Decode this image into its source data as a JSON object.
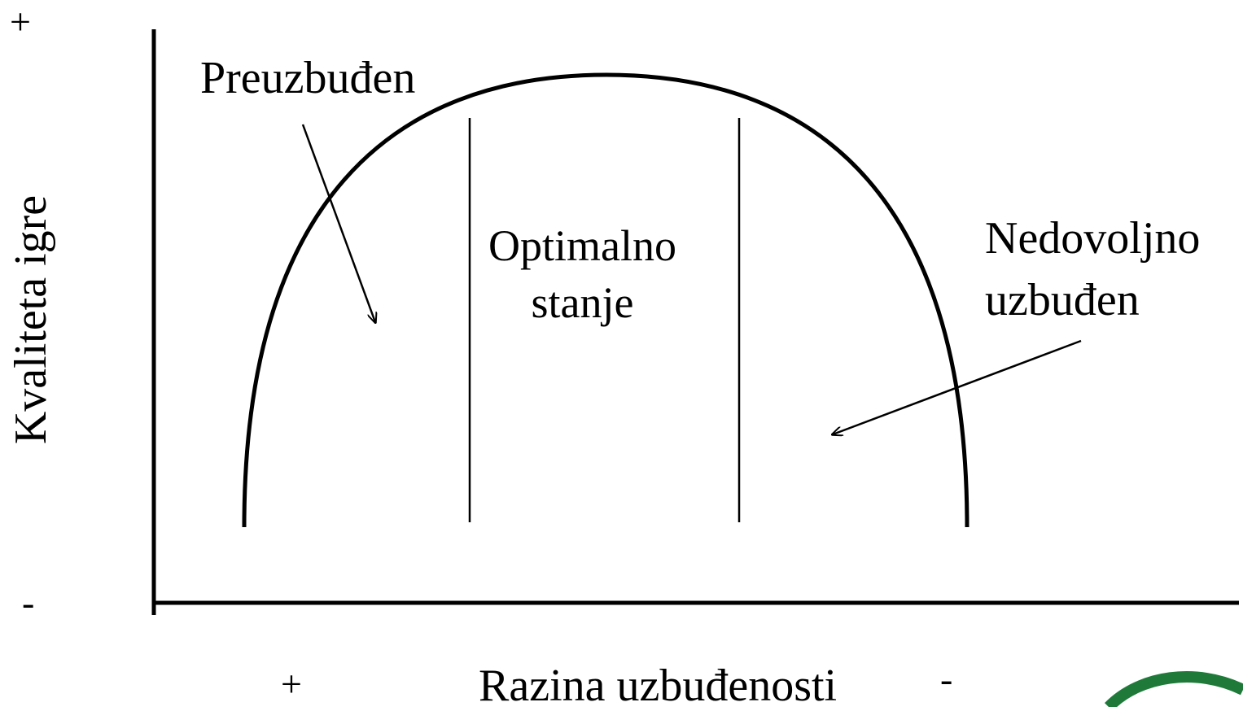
{
  "axes": {
    "y_label": "Kvaliteta igre",
    "x_label": "Razina uzbuđenosti",
    "y_top_marker": "+",
    "y_bottom_marker": "-",
    "x_left_marker": "+",
    "x_right_marker": "-"
  },
  "regions": {
    "over_aroused": "Preuzbuđen",
    "optimal_line1": "Optimalno",
    "optimal_line2": "stanje",
    "under_aroused_line1": "Nedovoljno",
    "under_aroused_line2": "uzbuđen"
  },
  "colors": {
    "stroke": "#000000",
    "background": "#ffffff",
    "logo_accent": "#1f7a3a"
  },
  "icons": {
    "corner_logo": "green-arc-logo"
  }
}
